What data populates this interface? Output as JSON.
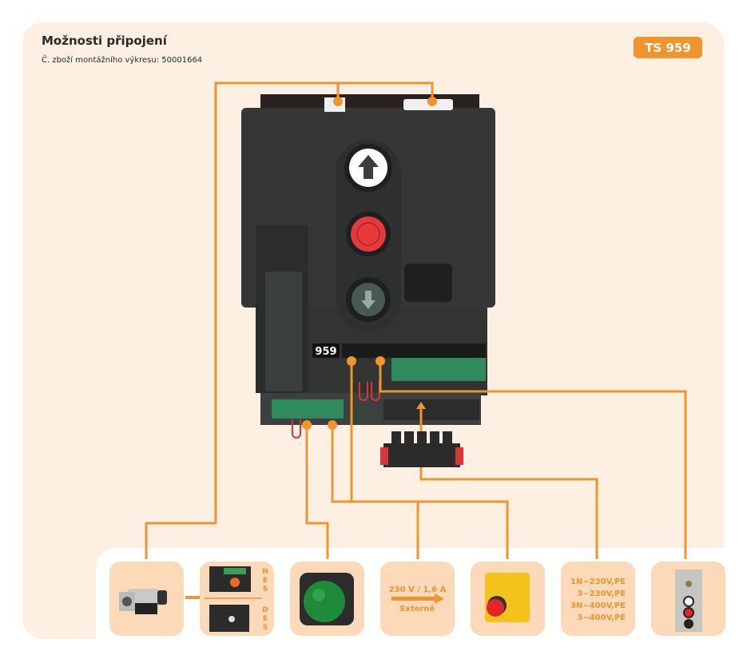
{
  "header": {
    "title": "Možnosti připojení",
    "subtitle": "Č. zboží montážního výkresu: 50001664",
    "model_badge": "TS 959"
  },
  "controller": {
    "label": "959",
    "buttons": [
      {
        "name": "open",
        "icon": "arrow-up-icon",
        "color": "#ffffff"
      },
      {
        "name": "stop",
        "icon": "stop-circle-icon",
        "color": "#e8393a"
      },
      {
        "name": "close",
        "icon": "arrow-down-icon",
        "color": "#5a6e66"
      }
    ]
  },
  "accessories": [
    {
      "id": "motor",
      "icon": "gear-motor-icon",
      "label": ""
    },
    {
      "id": "limit-switch",
      "icon": "limit-switch-icon",
      "labels": [
        "NES",
        "DES"
      ]
    },
    {
      "id": "traffic-light",
      "icon": "green-light-icon",
      "label": ""
    },
    {
      "id": "external-power",
      "icon": "arrow-right-icon",
      "lines": [
        "230 V / 1,6 A",
        "Externě"
      ]
    },
    {
      "id": "emergency-stop",
      "icon": "emergency-stop-icon",
      "label": ""
    },
    {
      "id": "mains-supply",
      "lines": [
        "1N~230V,PE",
        "3~230V,PE",
        "3N~400V,PE",
        "3~400V,PE"
      ]
    },
    {
      "id": "pushbutton-station",
      "icon": "pushbutton-station-icon",
      "label": ""
    }
  ],
  "colors": {
    "accent": "#f0942d",
    "panel": "#fdf0e2",
    "tile": "#fbd9b9",
    "housing": "#2e3230"
  }
}
